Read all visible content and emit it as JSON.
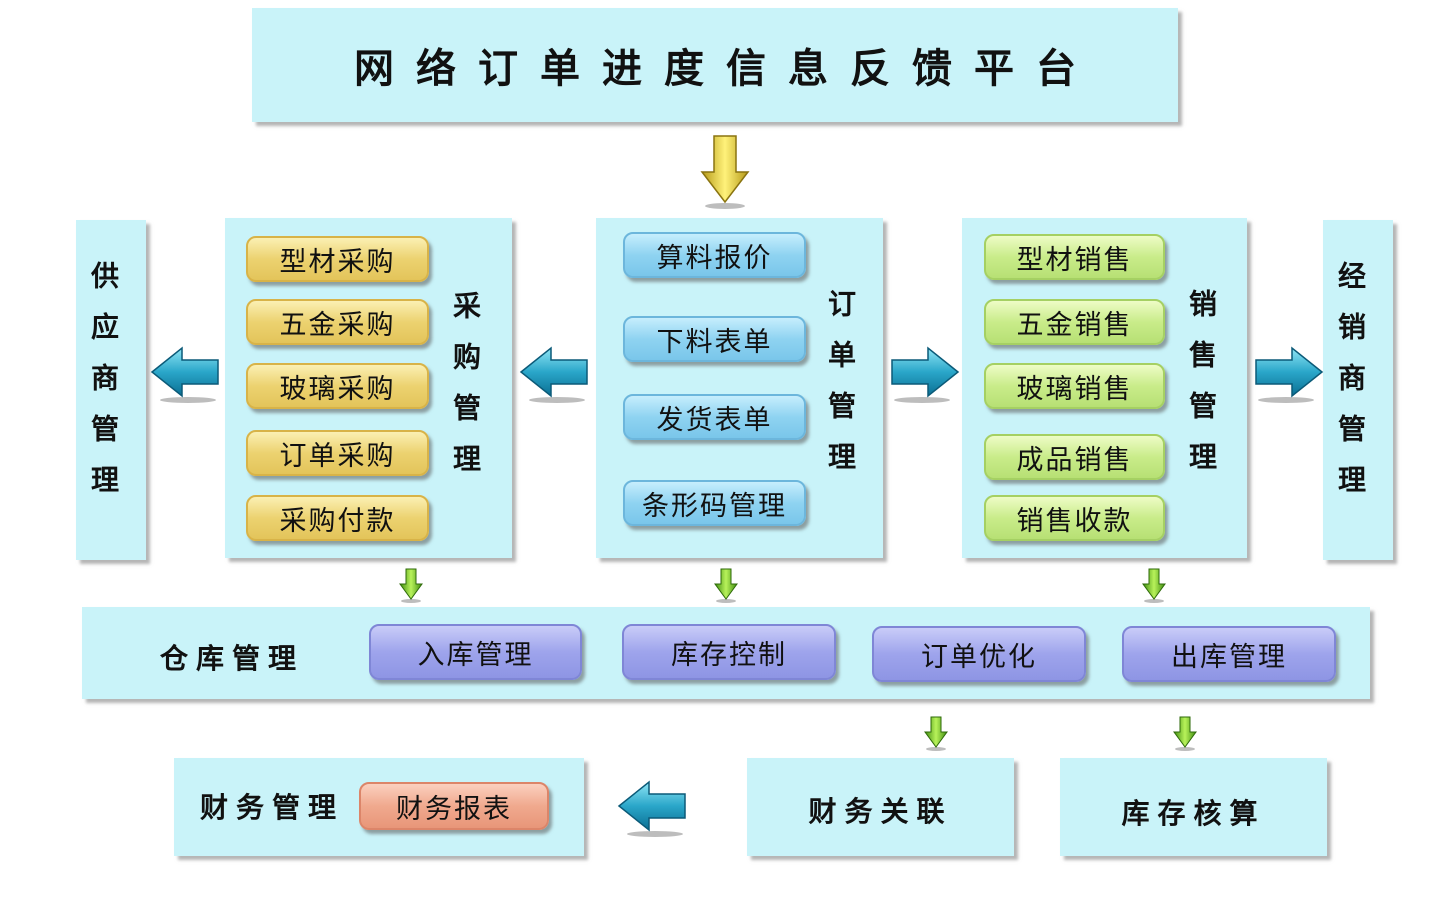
{
  "title": "网络订单进度信息反馈平台",
  "supplier": {
    "label": "供应商管理"
  },
  "purchase": {
    "label": "采购管理",
    "items": [
      "型材采购",
      "五金采购",
      "玻璃采购",
      "订单采购",
      "采购付款"
    ]
  },
  "order": {
    "label": "订单管理",
    "items": [
      "算料报价",
      "下料表单",
      "发货表单",
      "条形码管理"
    ]
  },
  "sales": {
    "label": "销售管理",
    "items": [
      "型材销售",
      "五金销售",
      "玻璃销售",
      "成品销售",
      "销售收款"
    ]
  },
  "dealer": {
    "label": "经销商管理"
  },
  "warehouse": {
    "label": "仓库管理",
    "items": [
      "入库管理",
      "库存控制",
      "订单优化",
      "出库管理"
    ]
  },
  "finance": {
    "label": "财务管理",
    "report": "财务报表",
    "link": "财务关联",
    "stock": "库存核算"
  },
  "colors": {
    "panel": "#c9f3f9",
    "purchase_button": "#ecd270",
    "order_button": "#8fd3f1",
    "sales_button": "#c9ec8a",
    "warehouse_button": "#9ea4ec",
    "finance_button": "#f0a98e"
  }
}
